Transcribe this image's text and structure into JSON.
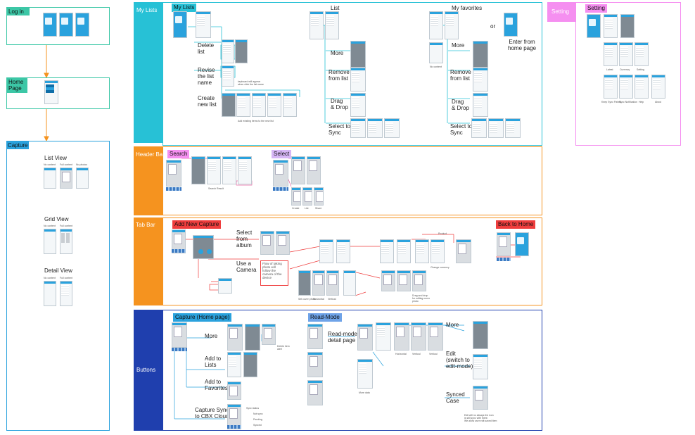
{
  "colors": {
    "green": "#3cc7a6",
    "orange": "#f5931f",
    "cyan": "#27c1d6",
    "blue": "#2aa2dd",
    "pink": "#f58ff0",
    "navy": "#1f3fae",
    "red": "#ef3d3d",
    "purple": "#b88ff0"
  },
  "flow": {
    "login": "Log in",
    "home_page": "Home\nPage",
    "capture": "Capture",
    "list_view": "List View",
    "grid_view": "Grid View",
    "detail_view": "Detail View",
    "no_content": "No content",
    "full_content": "Full content",
    "no_photos": "No photos"
  },
  "sections": {
    "my_lists": "My Lists",
    "setting": "Setting",
    "header_bar": "Header Bar",
    "tab_bar": "Tab Bar",
    "buttons": "Buttons"
  },
  "my_lists": {
    "tag": "My Lists",
    "delete_list": "Delete\nlist",
    "revise": "Revise\nthe list\nname",
    "create": "Create\nnew list",
    "keyboard_note": "keyboard will appear\nwhen click the list name",
    "add_note": "Add existing items to the new list",
    "list_title": "List",
    "more": "More",
    "remove": "Remove\nfrom list",
    "drag": "Drag\n& Drop",
    "sync": "Select to\nSync",
    "favorites_title": "My favorites",
    "or": "or",
    "enter_home": "Enter from\nhome page",
    "no_content": "No content"
  },
  "setting": {
    "tag": "Setting",
    "captions": [
      "Latest",
      "Currency",
      "Setting",
      "Keep Sync Paired",
      "Sync Notification",
      "Help",
      "About"
    ]
  },
  "header_bar": {
    "search": "Search",
    "select": "Select",
    "search_result": "Search Result",
    "select_captions": [
      "Create",
      "List",
      "Share"
    ]
  },
  "tab_bar": {
    "add_capture": "Add New Capture",
    "select_album": "Select\nfrom\nalbum",
    "use_camera": "Use a\nCamera",
    "camera_note": "Flow of taking\nphoto will\nfollow the\ncamera of the\ndevice",
    "back_home": "Back to Home",
    "crop_captions": [
      "Set cover photo",
      "Horizontal",
      "Vertical"
    ],
    "change_currency": "Change currency",
    "drag_note": "Drag and drop\nfor editing cover\nphoto",
    "product": "Product"
  },
  "buttons": {
    "capture_home": "Capture (Home page)",
    "more": "More",
    "add_lists": "Add to\nLists",
    "add_favorites": "Add to\nFavorites",
    "capture_sync": "Capture Sync\nto CBX Cloud",
    "delete_item": "Delete item\nalert",
    "sync_status": "Sync status",
    "not_sync": "Not sync",
    "pending": "Pending",
    "synced": "Synced",
    "read_mode": "Read-Mode",
    "read_detail": "Read-mode\ndetail page",
    "more2": "More",
    "edit": "Edit\n(switch to\nedit-mode)",
    "synced_case": "Synced\nCase",
    "sync_note": "Edit will no always the icon\nis still sync with there.\nWe allow user edit saved item",
    "more_data": "More data",
    "crop_captions": [
      "Horizontal",
      "Vertical",
      "Vertical"
    ]
  }
}
